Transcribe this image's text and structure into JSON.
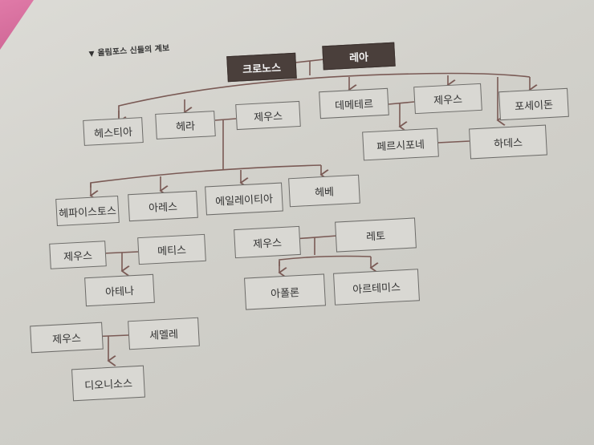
{
  "title": "올림포스 신들의 계보",
  "title_marker": "▼",
  "boxes": {
    "kronos": "크로노스",
    "rhea": "레아",
    "hestia": "헤스티아",
    "hera": "헤라",
    "zeus1": "제우스",
    "demeter": "데메테르",
    "zeus2": "제우스",
    "poseidon": "포세이돈",
    "persephone": "페르시포네",
    "hades": "하데스",
    "hephaestus": "헤파이스토스",
    "ares": "아레스",
    "eileithyia": "에일레이티아",
    "hebe": "헤베",
    "zeus3": "제우스",
    "metis": "메티스",
    "athena": "아테나",
    "zeus4": "제우스",
    "leto": "레토",
    "apollo": "아폴론",
    "artemis": "아르테미스",
    "zeus5": "제우스",
    "semele": "세멜레",
    "dionysus": "디오니소스"
  },
  "colors": {
    "background": "#d2d1cb",
    "box_fill": "#d9d8d3",
    "box_border": "#6c6b68",
    "dark_box": "#4a3f3b",
    "line": "#7a5a55"
  }
}
